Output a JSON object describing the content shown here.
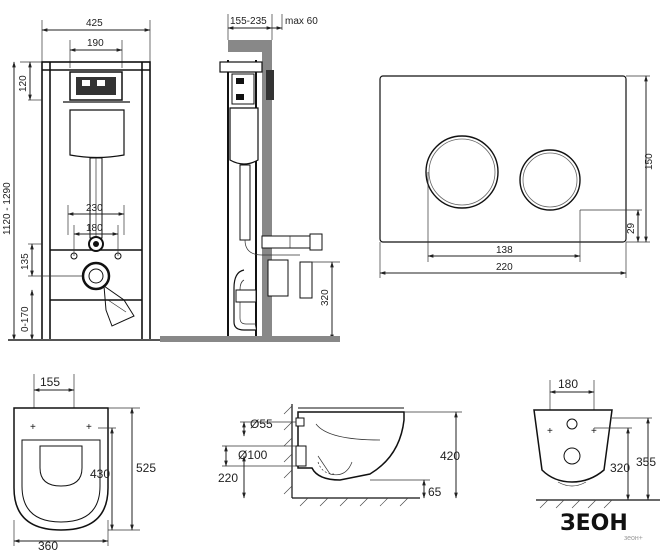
{
  "front_view": {
    "width_total": "425",
    "width_panel": "190",
    "height_top": "120",
    "height_range": "1120 - 1290",
    "pipe_spacing": "230",
    "bolt_spacing": "180",
    "drain_height": "135",
    "floor_range": "0-170"
  },
  "side_view": {
    "depth_range": "155-235",
    "depth_max": "max 60",
    "drain_height": "320"
  },
  "flush_plate": {
    "height": "150",
    "button_offset": "29",
    "button_spacing": "138",
    "width": "220"
  },
  "bowl_top": {
    "seat_width": "155",
    "length": "525",
    "mount_length": "430",
    "width": "360"
  },
  "bowl_side": {
    "outlet_diam_55": "Ø55",
    "outlet_diam_100": "Ø100",
    "outlet_height": "220",
    "height": "420",
    "floor_gap": "65"
  },
  "bowl_rear": {
    "bolt_spacing": "180",
    "bolt_height": "320",
    "outlet_height": "355"
  },
  "brand": {
    "logo": "ЗЕОН",
    "tagline": "зеон+"
  }
}
